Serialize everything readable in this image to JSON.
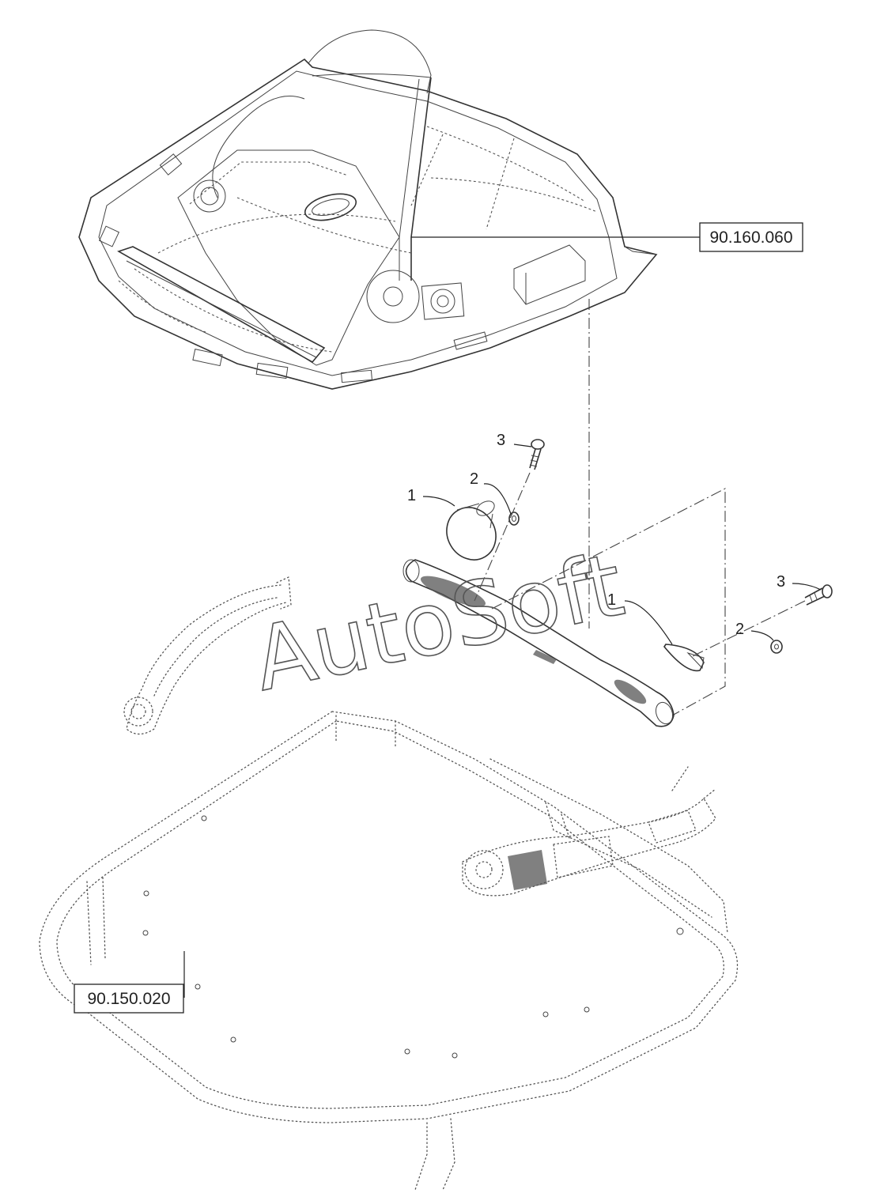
{
  "references": {
    "roof_panel": "90.160.060",
    "cab_frame": "90.150.020"
  },
  "watermark": "AutoSoft",
  "callouts": {
    "speaker_left": "1",
    "washer_left": "2",
    "screw_left": "3",
    "speaker_right": "1",
    "washer_right": "2",
    "screw_right": "3"
  }
}
